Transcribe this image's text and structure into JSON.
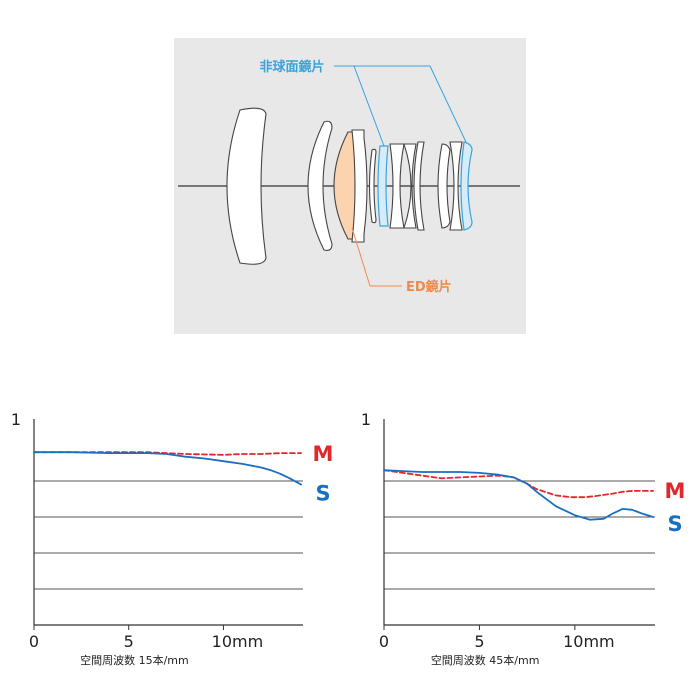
{
  "lens_diagram": {
    "aspherical_label": "非球面鏡片",
    "ed_label": "ED鏡片",
    "aspherical_color": "#3aa3dd",
    "ed_color": "#f08a4b",
    "ed_fill": "#fbd3ae",
    "aspherical_fill": "#d6ecf8"
  },
  "chart_data": [
    {
      "type": "line",
      "xlabel": "空間周波数 15本/mm",
      "ylabel": "1",
      "xticks": [
        "0",
        "5",
        "10mm"
      ],
      "xlim": [
        0,
        14.2
      ],
      "ylim": [
        0,
        1
      ],
      "grid": true,
      "series": [
        {
          "name": "M",
          "color": "#e0282c",
          "style": "dashed",
          "x": [
            0,
            2,
            4,
            6,
            8,
            10,
            11,
            12,
            13,
            14.1
          ],
          "y": [
            0.96,
            0.96,
            0.96,
            0.96,
            0.95,
            0.945,
            0.95,
            0.95,
            0.955,
            0.955
          ]
        },
        {
          "name": "S",
          "color": "#1a6fc0",
          "style": "solid",
          "x": [
            0,
            2,
            4,
            6,
            7,
            8,
            9,
            10,
            11,
            12,
            12.5,
            13,
            13.5,
            14.1
          ],
          "y": [
            0.96,
            0.96,
            0.955,
            0.955,
            0.95,
            0.935,
            0.925,
            0.91,
            0.895,
            0.875,
            0.86,
            0.84,
            0.815,
            0.78
          ]
        }
      ]
    },
    {
      "type": "line",
      "xlabel": "空間周波数 45本/mm",
      "ylabel": "1",
      "xticks": [
        "0",
        "5",
        "10mm"
      ],
      "xlim": [
        0,
        14.2
      ],
      "ylim": [
        0,
        1
      ],
      "grid": true,
      "series": [
        {
          "name": "M",
          "color": "#e0282c",
          "style": "dashed",
          "x": [
            0,
            1,
            2,
            3,
            4,
            5,
            6,
            6.8,
            7.5,
            8,
            9,
            9.8,
            10.5,
            11,
            12,
            12.5,
            13,
            14.1
          ],
          "y": [
            0.86,
            0.845,
            0.83,
            0.815,
            0.82,
            0.825,
            0.83,
            0.82,
            0.785,
            0.755,
            0.72,
            0.71,
            0.71,
            0.715,
            0.73,
            0.74,
            0.745,
            0.745
          ]
        },
        {
          "name": "S",
          "color": "#1a6fc0",
          "style": "solid",
          "x": [
            0,
            1,
            2,
            3,
            4,
            5,
            6,
            6.8,
            7.5,
            8,
            9,
            10,
            10.8,
            11.5,
            12,
            12.5,
            13,
            13.5,
            14.1
          ],
          "y": [
            0.86,
            0.855,
            0.85,
            0.85,
            0.85,
            0.845,
            0.835,
            0.82,
            0.785,
            0.74,
            0.66,
            0.61,
            0.585,
            0.59,
            0.62,
            0.645,
            0.64,
            0.62,
            0.6
          ]
        }
      ]
    }
  ]
}
